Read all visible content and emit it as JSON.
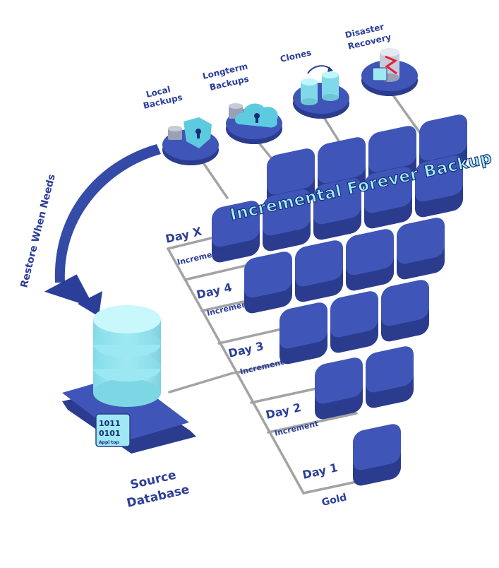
{
  "destinations": [
    {
      "label_lines": [
        "Local",
        "Backups"
      ],
      "icon": "shield-lock-icon"
    },
    {
      "label_lines": [
        "Longterm",
        "Backups"
      ],
      "icon": "cloud-lock-icon"
    },
    {
      "label_lines": [
        "Clones"
      ],
      "icon": "database-clone-icon"
    },
    {
      "label_lines": [
        "Disaster",
        "Recovery"
      ],
      "icon": "disaster-recovery-icon"
    }
  ],
  "banner": "Incremental Forever Backup",
  "restore_label": "Restore When Needs",
  "source": {
    "label_lines": [
      "Source",
      "Database"
    ],
    "chip_lines": [
      "1011",
      "0101"
    ],
    "chip_brand": "Appl top"
  },
  "days": [
    {
      "label": "Day X",
      "tiles": 5
    },
    {
      "label": "Day 4",
      "tiles": 4
    },
    {
      "label": "Day 3",
      "tiles": 3
    },
    {
      "label": "Day 2",
      "tiles": 2
    },
    {
      "label": "Day 1",
      "tiles": 1
    }
  ],
  "increment_label": "Increment",
  "gold_label": "Gold",
  "colors": {
    "tile": "#3f56b8",
    "tile_side": "#2b3c8e",
    "glow": "#6f8cff",
    "gold_glow": "#ffb43a",
    "db_light": "#a9eff8",
    "label": "#2c3e98"
  }
}
